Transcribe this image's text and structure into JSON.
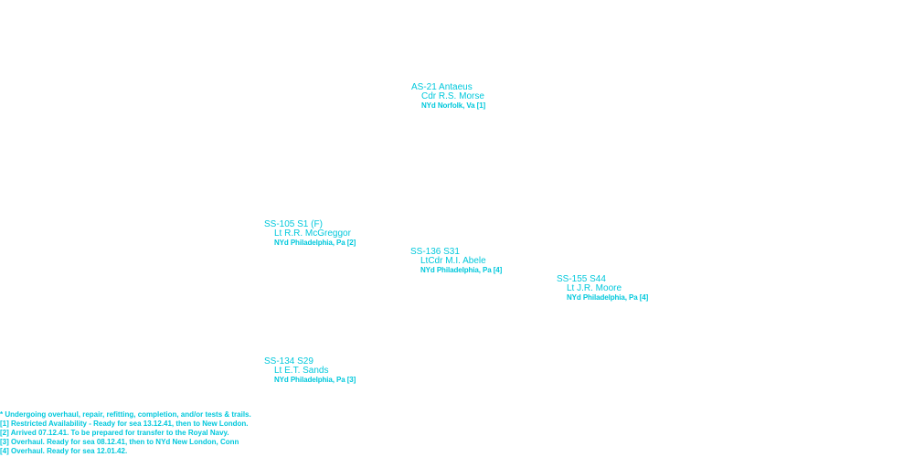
{
  "units": [
    {
      "id": "as21",
      "hull": "AS-21 Antaeus",
      "commander": "Cdr R.S. Morse",
      "location": "NYd Norfolk, Va [1]"
    },
    {
      "id": "ss105",
      "hull": "SS-105 S1 (F)",
      "commander": "Lt R.R. McGreggor",
      "location": "NYd Philadelphia, Pa [2]"
    },
    {
      "id": "ss136",
      "hull": "SS-136 S31",
      "commander": "LtCdr M.I. Abele",
      "location": "NYd Philadelphia, Pa [4]"
    },
    {
      "id": "ss155",
      "hull": "SS-155 S44",
      "commander": "Lt J.R. Moore",
      "location": "NYd Philadelphia, Pa [4]"
    },
    {
      "id": "ss134",
      "hull": "SS-134 S29",
      "commander": "Lt E.T. Sands",
      "location": "NYd Philadelphia, Pa [3]"
    }
  ],
  "notes": [
    " * Undergoing overhaul, repair, refitting, completion, and/or tests & trails.",
    "[1] Restricted Availability - Ready for sea 13.12.41, then to New London.",
    "[2] Arrived 07.12.41.  To be prepared for transfer to the Royal Navy.",
    "[3] Overhaul. Ready for sea 08.12.41, then to NYd New London, Conn",
    "[4] Overhaul. Ready for sea 12.01.42."
  ]
}
